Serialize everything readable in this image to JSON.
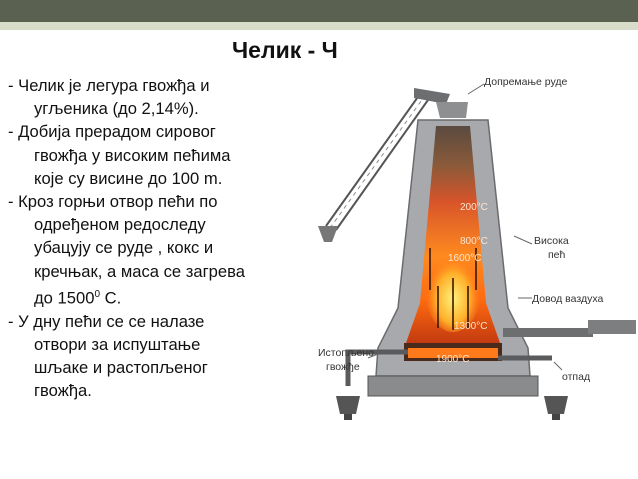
{
  "title": "Челик - Ч",
  "body_lines": [
    "- Челик је легура гвожђа и",
    "угљеника (до 2,14%).",
    "- Добија прерадом сировог",
    "гвожђа у високим пећима",
    "које су висине до 100 m.",
    "- Кроз горњи отвор пећи по",
    "одређеном редоследу",
    "убацују се руде , кокс и",
    "кречњак,  а маса се загрева",
    "до 1500",
    "0",
    " С.",
    " - У дну пећи се се налазе",
    "отвори за испуштање",
    "шљаке и растопљеног",
    "гвожђа."
  ],
  "diagram": {
    "labels": {
      "ore_delivery": "Допремање руде",
      "blast_furnace_1": "Висока",
      "blast_furnace_2": "пећ",
      "air_supply": "Довод ваздуха",
      "molten_iron_1": "Истопљено",
      "molten_iron_2": "гвожђе",
      "waste": "отпад"
    },
    "temperatures": [
      "200°C",
      "800°C",
      "1600°C",
      "1300°C",
      "1900°C"
    ]
  },
  "colors": {
    "header": "#5b6150",
    "header_stripe": "#d8ddc9",
    "furnace_wall": "#a7a9ac",
    "fire": "#ff7a1a"
  }
}
